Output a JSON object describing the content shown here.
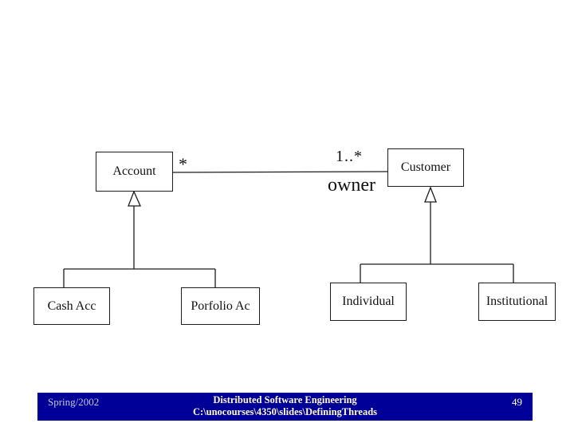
{
  "diagram": {
    "type": "uml-class-diagram",
    "classes": [
      {
        "id": "account",
        "label": "Account"
      },
      {
        "id": "customer",
        "label": "Customer"
      },
      {
        "id": "cash-acc",
        "label": "Cash Acc"
      },
      {
        "id": "porfolio-ac",
        "label": "Porfolio Ac"
      },
      {
        "id": "individual",
        "label": "Individual"
      },
      {
        "id": "institutional",
        "label": "Institutional"
      }
    ],
    "association": {
      "from": "Account",
      "to": "Customer",
      "multiplicity_from": "*",
      "multiplicity_to": "1..*",
      "role": "owner"
    },
    "generalizations": [
      {
        "parent": "Account",
        "children": [
          "Cash Acc",
          "Porfolio Ac"
        ]
      },
      {
        "parent": "Customer",
        "children": [
          "Individual",
          "Institutional"
        ]
      }
    ],
    "line_color": "#1c1c1c",
    "box_fill": "#ffffff"
  },
  "footer": {
    "left": "Spring/2002",
    "center_line1": "Distributed Software Engineering",
    "center_line2": "C:\\unocourses\\4350\\slides\\DefiningThreads",
    "page_number": "49",
    "bar_color": "#000099",
    "text_color": "#fffbd2"
  }
}
